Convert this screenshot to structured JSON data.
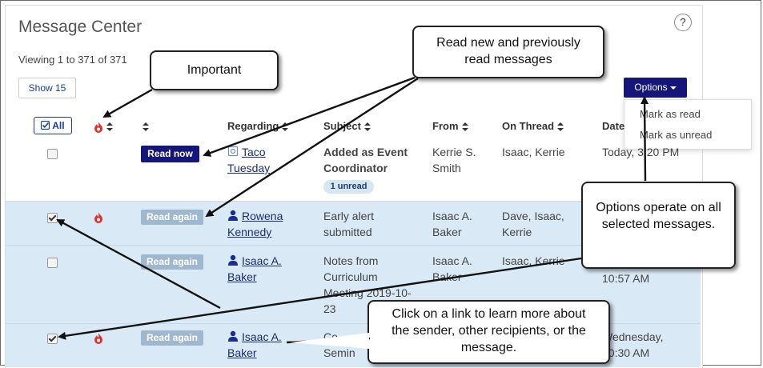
{
  "panel": {
    "title": "Message Center",
    "help": "?",
    "viewing": "Viewing 1 to 371 of 371",
    "show_label": "Show 15",
    "options_label": "Options",
    "options_menu": [
      "Mark as read",
      "Mark as unread"
    ],
    "select_all_label": "All"
  },
  "columns": {
    "regarding": "Regarding",
    "subject": "Subject",
    "from": "From",
    "on_thread": "On Thread",
    "date": "Date"
  },
  "rows": [
    {
      "checked": false,
      "important": false,
      "action": "Read now",
      "regarding": [
        "Taco",
        "Tuesday"
      ],
      "subject": [
        "Added as Event",
        "Coordinator"
      ],
      "unread": "1 unread",
      "from": [
        "Kerrie S.",
        "Smith"
      ],
      "thread": [
        "Isaac, Kerrie"
      ],
      "date": [
        "Today, 3:20 PM"
      ]
    },
    {
      "checked": true,
      "important": true,
      "action": "Read again",
      "regarding": [
        "Rowena",
        "Kennedy"
      ],
      "subject": [
        "Early alert",
        "submitted"
      ],
      "from": [
        "Isaac A.",
        "Baker"
      ],
      "thread": [
        "Dave, Isaac,",
        "Kerrie"
      ],
      "date": []
    },
    {
      "checked": false,
      "important": false,
      "action": "Read again",
      "regarding": [
        "Isaac A.",
        "Baker"
      ],
      "subject": [
        "Notes from",
        "Curriculum",
        "Meeting 2019-10-",
        "23"
      ],
      "from": [
        "Isaac A.",
        "Baker"
      ],
      "thread": [
        "Isaac, Kerrie"
      ],
      "date": [
        "10:57 AM"
      ]
    },
    {
      "checked": true,
      "important": true,
      "action": "Read again",
      "regarding": [
        "Isaac A.",
        "Baker"
      ],
      "subject": [
        "Co",
        "Semin"
      ],
      "from": [],
      "thread": [],
      "date": [
        "Wednesday,",
        "10:30 AM"
      ]
    }
  ],
  "callouts": {
    "important": "Important",
    "read": "Read new and previously read messages",
    "options": "Options operate on all selected messages.",
    "link": "Click on a link to learn more about the sender, other recipients, or the message."
  },
  "colors": {
    "primary_button": "#16167a",
    "selected_row": "#dae9f6",
    "read_again_button": "#9fb8d0",
    "important_flame": "#e0312f"
  }
}
